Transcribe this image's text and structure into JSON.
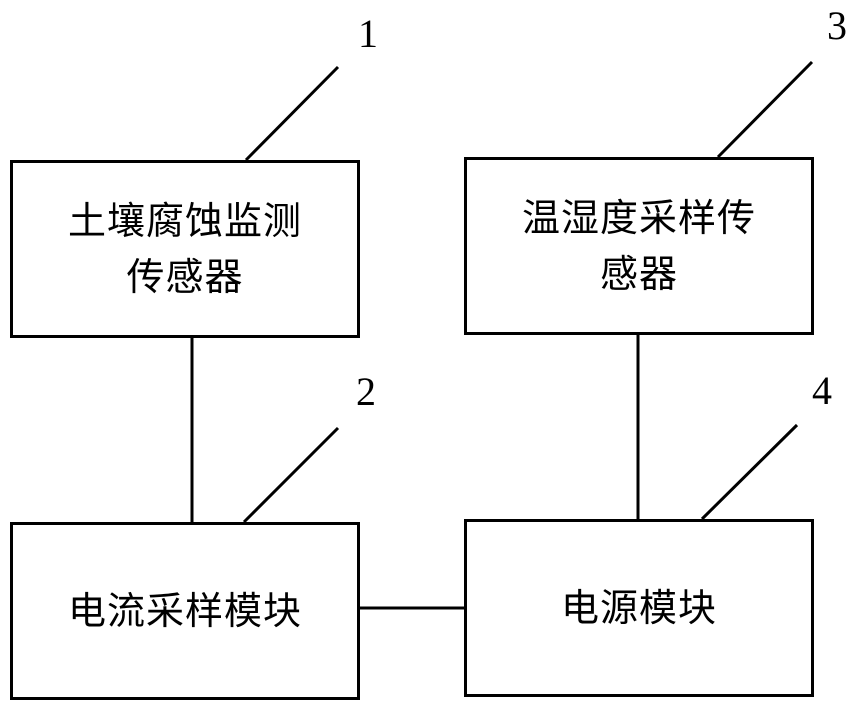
{
  "blocks": {
    "soil_sensor": {
      "line1": "土壤腐蚀监测",
      "line2": "传感器"
    },
    "temp_humidity_sensor": {
      "line1": "温湿度采样传",
      "line2": "感器"
    },
    "current_sampling": {
      "label": "电流采样模块"
    },
    "power": {
      "label": "电源模块"
    }
  },
  "reference_numerals": {
    "soil_sensor": "1",
    "current_sampling": "2",
    "temp_humidity_sensor": "3",
    "power": "4"
  },
  "colors": {
    "line": "#000000",
    "background": "#ffffff"
  }
}
